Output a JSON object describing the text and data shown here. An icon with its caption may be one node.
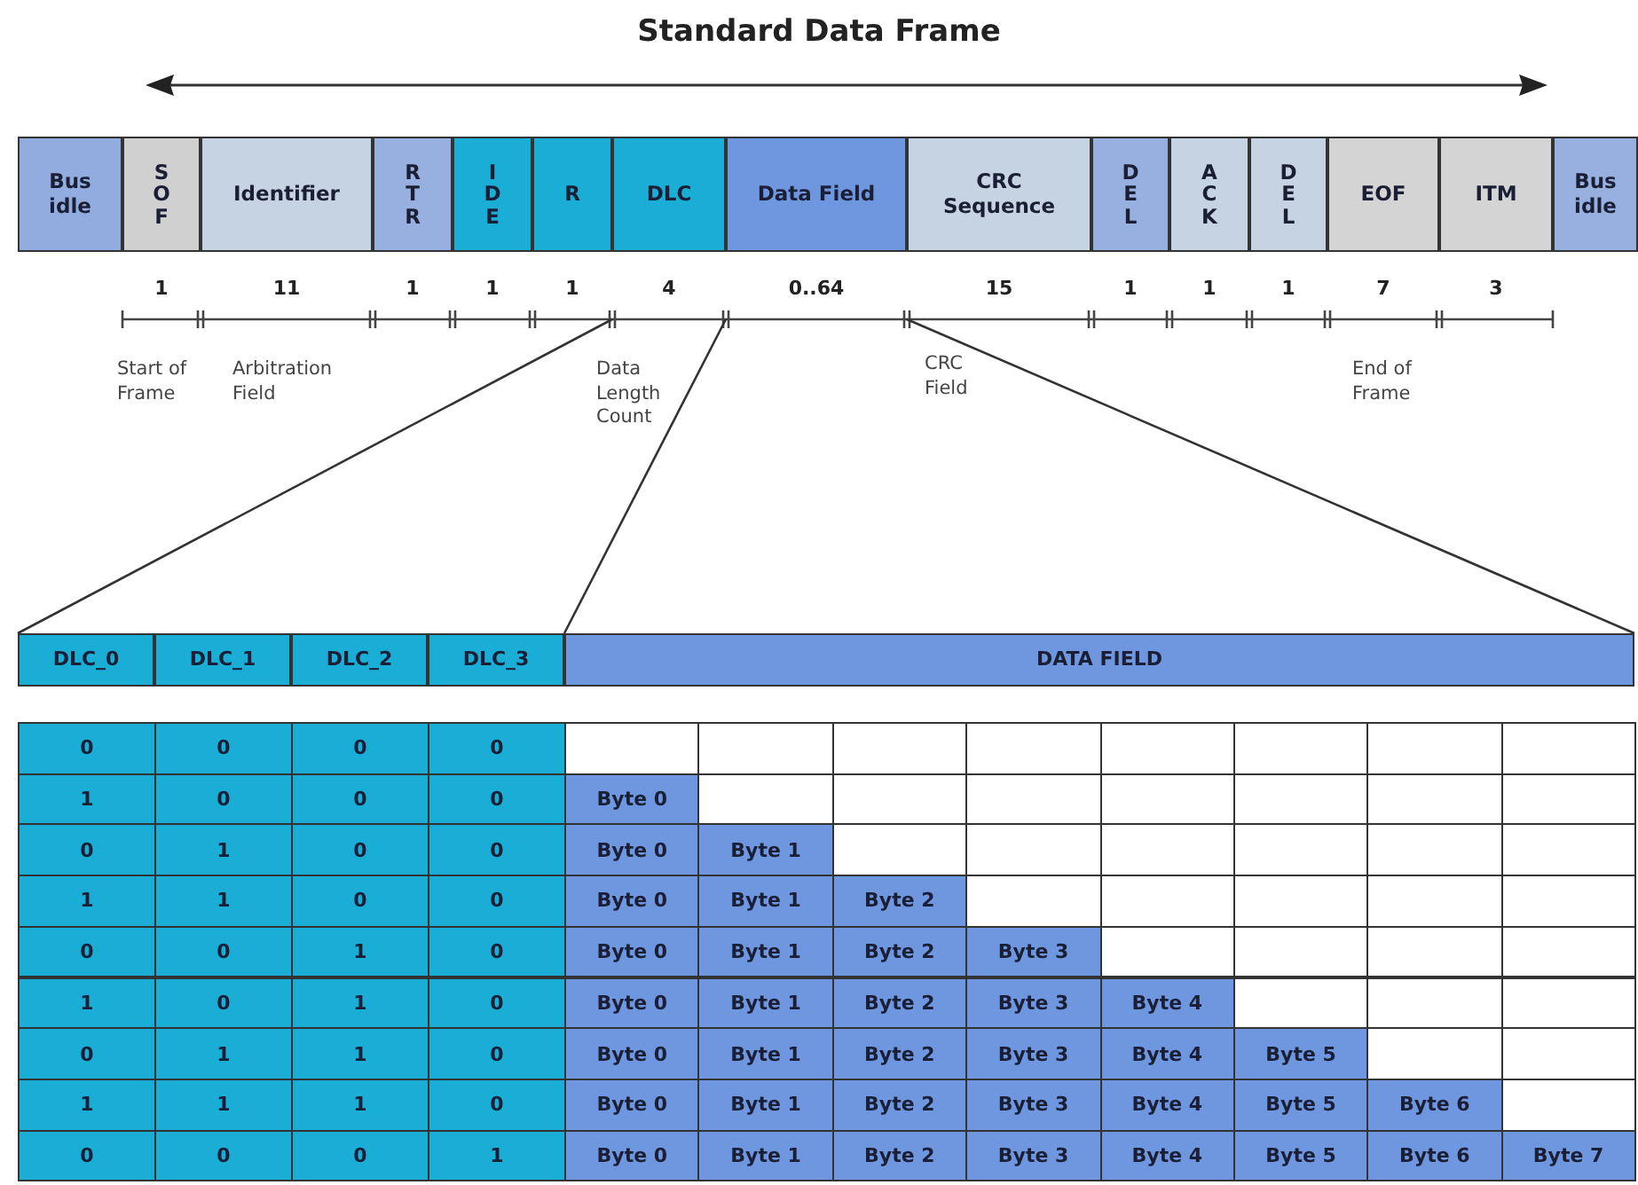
{
  "diagram": {
    "title": "Standard Data Frame",
    "nodes": [
      {
        "text": [
          "Bus idle"
        ]
      },
      {
        "text": [
          "SOF"
        ]
      },
      {
        "text": [
          "Identifier"
        ]
      },
      {
        "text": [
          "RTR"
        ]
      },
      {
        "text": [
          "IDE"
        ]
      },
      {
        "text": [
          "R"
        ]
      },
      {
        "text": [
          "DLC"
        ]
      },
      {
        "text": [
          "Data Field"
        ]
      },
      {
        "text": [
          "CRC Sequence"
        ]
      },
      {
        "text": [
          "DEL"
        ]
      },
      {
        "text": [
          "ACK"
        ]
      },
      {
        "text": [
          "DEL"
        ]
      },
      {
        "text": [
          "EOF"
        ]
      },
      {
        "text": [
          "ITM"
        ]
      },
      {
        "text": [
          "Bus idle"
        ]
      },
      {
        "text": [
          "DLC_0"
        ]
      },
      {
        "text": [
          "DLC_1"
        ]
      },
      {
        "text": [
          "DLC_2"
        ]
      },
      {
        "text": [
          "DLC_3"
        ]
      },
      {
        "text": [
          "DATA FIELD"
        ]
      }
    ],
    "edges": [
      {
        "from": null,
        "to": 15,
        "arrow": "none"
      },
      {
        "from": null,
        "to": 18,
        "arrow": "none"
      },
      {
        "from": null,
        "to": 19,
        "arrow": "none"
      }
    ],
    "labels": [
      "1",
      "11",
      "1",
      "1",
      "1",
      "4",
      "0..64",
      "15",
      "1",
      "1",
      "1",
      "7",
      "3",
      "Start of Frame",
      "Arbitration Field",
      "Data Length Count",
      "CRC Field",
      "End of Frame",
      "0",
      "0",
      "0",
      "0",
      "1",
      "0",
      "0",
      "0",
      "Byte 0",
      "0",
      "1",
      "0",
      "0",
      "Byte 0",
      "Byte 1",
      "1",
      "1",
      "0",
      "0",
      "Byte 0",
      "Byte 1",
      "Byte 2",
      "0",
      "0",
      "1",
      "0",
      "Byte 0",
      "Byte 1",
      "Byte 2",
      "Byte 3",
      "1",
      "0",
      "1",
      "0",
      "Byte 0",
      "Byte 1",
      "Byte 2",
      "Byte 3",
      "Byte 4",
      "0",
      "1",
      "1",
      "0",
      "Byte 0",
      "Byte 1",
      "Byte 2",
      "Byte 3",
      "Byte 4",
      "Byte 5",
      "1",
      "1",
      "1",
      "0",
      "Byte 0",
      "Byte 1",
      "Byte 2",
      "Byte 3",
      "Byte 4",
      "Byte 5",
      "Byte 6",
      "0",
      "0",
      "0",
      "1",
      "Byte 0",
      "Byte 1",
      "Byte 2",
      "Byte 3",
      "Byte 4",
      "Byte 5",
      "Byte 6",
      "Byte 7"
    ]
  }
}
